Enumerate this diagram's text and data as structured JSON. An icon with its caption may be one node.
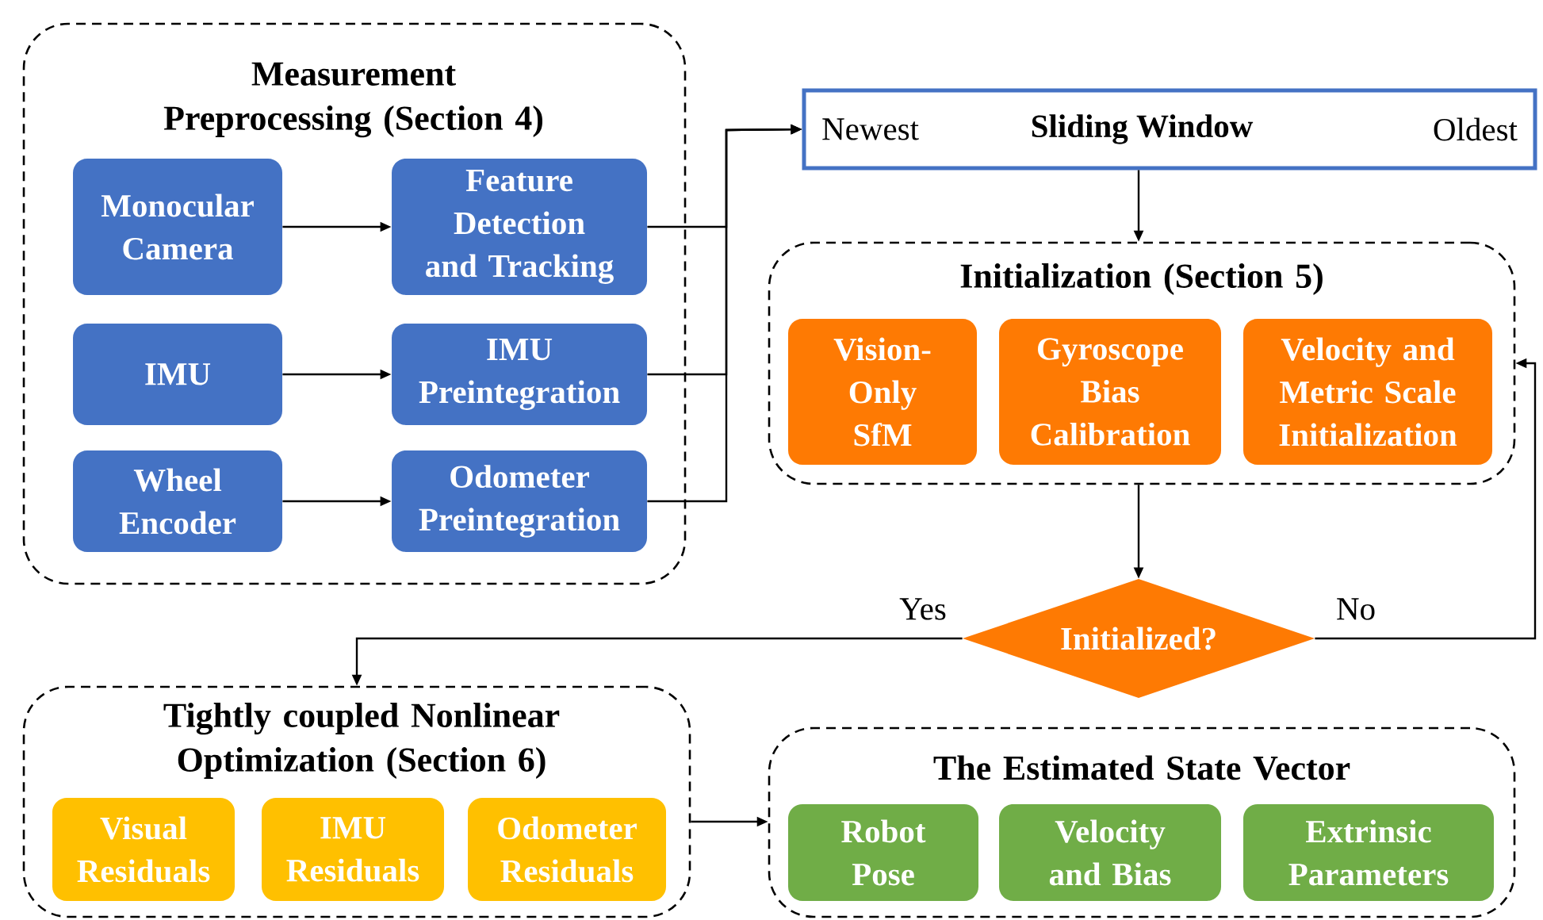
{
  "diagram": {
    "nodes": [
      {
        "text": [
          "Measurement Preprocessing (Section 4)"
        ]
      },
      {
        "text": [
          "Monocular Camera"
        ],
        "in": 0
      },
      {
        "text": [
          "Feature Detection and Tracking"
        ],
        "in": 0
      },
      {
        "text": [
          "IMU"
        ],
        "in": 0
      },
      {
        "text": [
          "IMU Preintegration"
        ],
        "in": 0
      },
      {
        "text": [
          "Wheel Encoder"
        ],
        "in": 0
      },
      {
        "text": [
          "Odometer Preintegration"
        ],
        "in": 0
      },
      {
        "text": [
          "Newest",
          "Sliding Window",
          "Oldest"
        ]
      },
      {
        "text": [
          "Initialization (Section 5)"
        ]
      },
      {
        "text": [
          "Vision-Only SfM"
        ],
        "in": 8
      },
      {
        "text": [
          "Gyroscope Bias Calibration"
        ],
        "in": 8
      },
      {
        "text": [
          "Velocity and Metric Scale Initialization"
        ],
        "in": 8
      },
      {
        "text": [
          "Initialized?"
        ]
      },
      {
        "text": [
          "Tightly coupled Nonlinear Optimization (Section 6)"
        ]
      },
      {
        "text": [
          "Visual Residuals"
        ],
        "in": 13
      },
      {
        "text": [
          "IMU Residuals"
        ],
        "in": 13
      },
      {
        "text": [
          "Odometer Residuals"
        ],
        "in": 13
      },
      {
        "text": [
          "The Estimated State Vector"
        ]
      },
      {
        "text": [
          "Robot Pose"
        ],
        "in": 17
      },
      {
        "text": [
          "Velocity and Bias"
        ],
        "in": 17
      },
      {
        "text": [
          "Extrinsic Parameters"
        ],
        "in": 17
      }
    ],
    "edges": [
      {
        "from": 1,
        "to": 2,
        "arrow": "to"
      },
      {
        "from": 3,
        "to": 4,
        "arrow": "to"
      },
      {
        "from": 5,
        "to": 6,
        "arrow": "to"
      },
      {
        "from": 2,
        "to": 7,
        "arrow": "to"
      },
      {
        "from": 4,
        "to": 7,
        "arrow": "to"
      },
      {
        "from": 6,
        "to": 7,
        "arrow": "to"
      },
      {
        "from": 7,
        "to": 8,
        "arrow": "to"
      },
      {
        "from": 8,
        "to": 12,
        "arrow": "to"
      },
      {
        "from": 12,
        "to": 13,
        "arrow": "to",
        "label": "Yes"
      },
      {
        "from": 12,
        "to": 8,
        "arrow": "to",
        "label": "No"
      },
      {
        "from": 13,
        "to": 17,
        "arrow": "to"
      }
    ]
  }
}
